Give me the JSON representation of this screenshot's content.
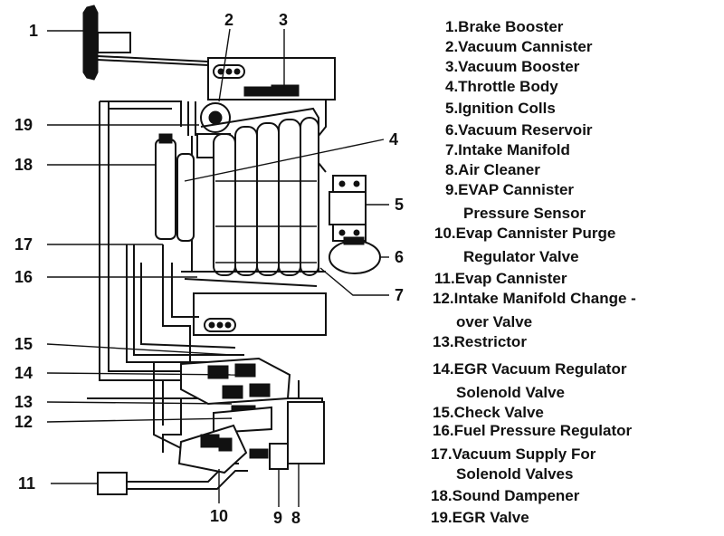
{
  "callouts": {
    "c1": "1",
    "c2": "2",
    "c3": "3",
    "c4": "4",
    "c5": "5",
    "c6": "6",
    "c7": "7",
    "c8": "8",
    "c9": "9",
    "c10": "10",
    "c11": "11",
    "c12": "12",
    "c13": "13",
    "c14": "14",
    "c15": "15",
    "c16": "16",
    "c17": "17",
    "c18": "18",
    "c19": "19"
  },
  "legend": [
    "1.Brake Booster",
    "2.Vacuum Cannister",
    "3.Vacuum Booster",
    "4.Throttle Body",
    "5.Ignition Colls",
    "6.Vacuum Reservoir",
    "7.Intake Manifold",
    "8.Air Cleaner",
    "9.EVAP Cannister",
    "Pressure Sensor",
    "10.Evap Cannister Purge",
    "Regulator Valve",
    "11.Evap Cannister",
    "12.Intake Manifold Change -",
    "over Valve",
    "13.Restrictor",
    "14.EGR Vacuum Regulator",
    "Solenold Valve",
    "15.Check Valve",
    "16.Fuel Pressure Regulator",
    "17.Vacuum Supply For",
    "Solenold Valves",
    "18.Sound Dampener",
    "19.EGR Valve"
  ],
  "logo_text": "ooo"
}
